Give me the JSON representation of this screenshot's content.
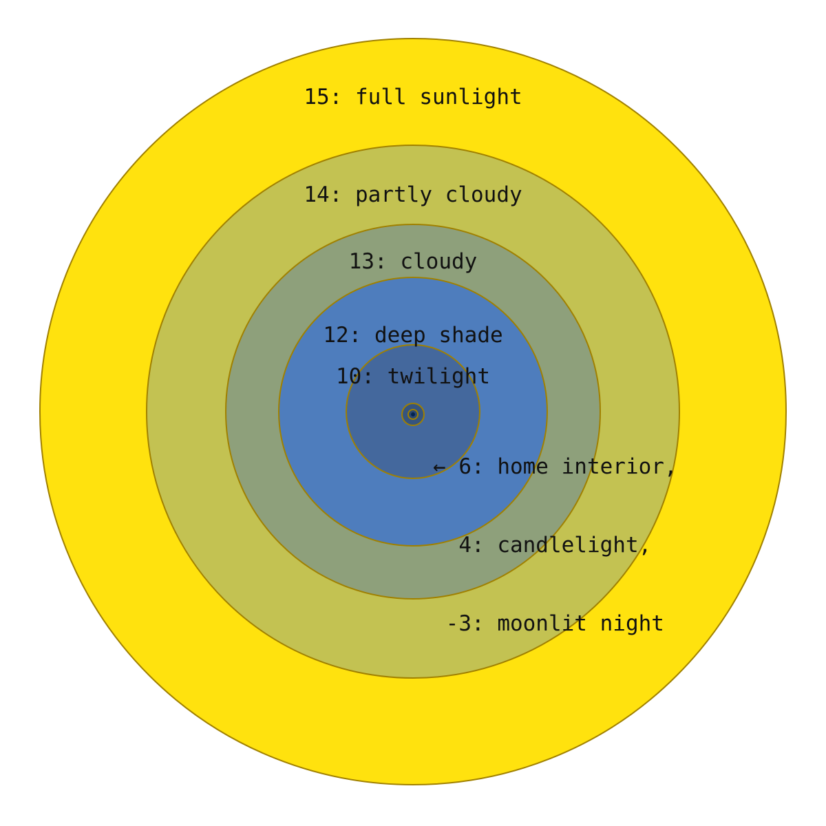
{
  "diagram": {
    "background": "#ffffff",
    "outline_color": "#A08000",
    "text_color": "#111111",
    "rings": [
      {
        "ev": "15",
        "label": "15: full sunlight",
        "color": "#FFE20E"
      },
      {
        "ev": "14",
        "label": "14: partly cloudy",
        "color": "#C3C252"
      },
      {
        "ev": "13",
        "label": "13: cloudy",
        "color": "#8EA07B"
      },
      {
        "ev": "12",
        "label": "12: deep shade",
        "color": "#4E7DBD"
      },
      {
        "ev": "10",
        "label": "10: twilight",
        "color": "#44689D"
      }
    ],
    "center": {
      "circles": [
        {
          "ev": "6",
          "color": "#35547F"
        },
        {
          "ev": "4",
          "color": "#2A4773"
        },
        {
          "ev": "-3",
          "color": "#03234F"
        }
      ],
      "annotation_lines": [
        "← 6: home interior,",
        "  4: candlelight,",
        " -3: moonlit night"
      ]
    }
  }
}
